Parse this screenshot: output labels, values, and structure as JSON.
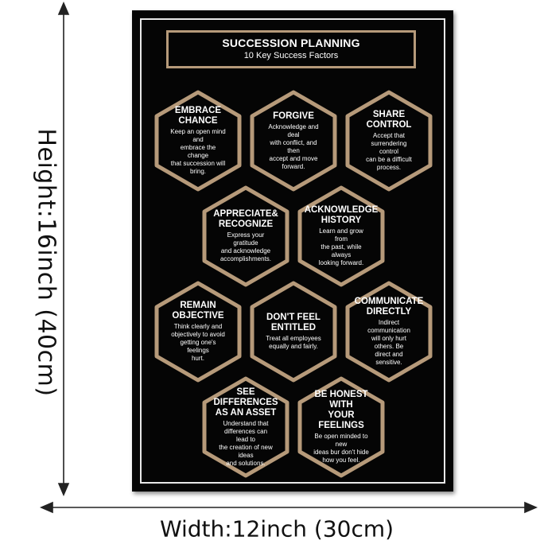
{
  "dimensions": {
    "height_label": "Height:16inch (40cm)",
    "width_label": "Width:12inch (30cm)"
  },
  "poster": {
    "title": "SUCCESSION PLANNING",
    "subtitle": "10 Key Success Factors",
    "colors": {
      "background": "#050505",
      "accent": "#b69a7a",
      "frame": "#e8e8e8",
      "text": "#ffffff"
    },
    "factors": [
      {
        "title": "EMBRACE\nCHANCE",
        "desc": "Keep an open mind and\nembrace the change\nthat succession will\nbring."
      },
      {
        "title": "FORGIVE",
        "desc": "Acknowledge and deal\nwith conflict, and then\naccept and move\nforward."
      },
      {
        "title": "SHARE\nCONTROL",
        "desc": "Accept that\nsurrendering control\ncan be a difficult\nprocess."
      },
      {
        "title": "APPRECIATE&\nRECOGNIZE",
        "desc": "Express your gratitude\nand acknowledge\naccomplishments."
      },
      {
        "title": "ACKNOWLEDGE\nHISTORY",
        "desc": "Learn and grow from\nthe past, while always\nlooking forward."
      },
      {
        "title": "REMAIN\nOBJECTIVE",
        "desc": "Think clearly and\nobjectively to avoid\ngetting one's feelings\nhurt."
      },
      {
        "title": "DON'T FEEL\nENTITLED",
        "desc": "Treat all employees\nequally and fairly."
      },
      {
        "title": "COMMUNICATE\nDIRECTLY",
        "desc": "Indirect communication\nwill only hurt others. Be\ndirect and sensitive."
      },
      {
        "title": "SEE DIFFERENCES\nAS AN ASSET",
        "desc": "Understand that\ndifferences can lead to\nthe creation of new ideas\nand solutions."
      },
      {
        "title": "BE HONEST WITH\nYOUR FEELINGS",
        "desc": "Be open minded to new\nideas bur don't hide\nhow you feel."
      }
    ]
  }
}
